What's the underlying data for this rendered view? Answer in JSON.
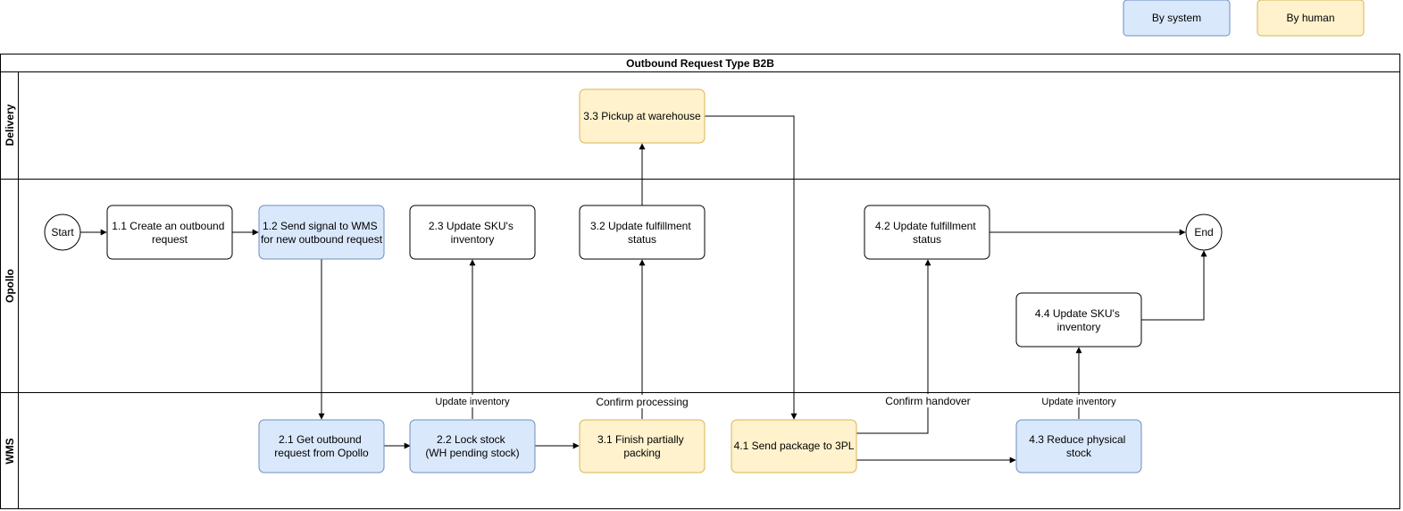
{
  "colors": {
    "system_fill": "#dae8fc",
    "system_stroke": "#6c8ebf",
    "human_fill": "#fff2cc",
    "human_stroke": "#d6b656",
    "default_fill": "#ffffff",
    "default_stroke": "#000000"
  },
  "legend": {
    "system_label": "By system",
    "human_label": "By human"
  },
  "pool": {
    "title": "Outbound Request Type B2B"
  },
  "lanes": {
    "delivery": "Delivery",
    "opollo": "Opollo",
    "wms": "WMS"
  },
  "terminals": {
    "start": "Start",
    "end": "End"
  },
  "steps": {
    "s1_1": {
      "line1": "1.1 Create an outbound",
      "line2": "request",
      "kind": "default"
    },
    "s1_2": {
      "line1": "1.2 Send signal to WMS",
      "line2": "for new outbound request",
      "kind": "system"
    },
    "s2_1": {
      "line1": "2.1 Get outbound",
      "line2": "request from Opollo",
      "kind": "system"
    },
    "s2_2": {
      "line1": "2.2 Lock stock",
      "line2": "(WH pending stock)",
      "kind": "system"
    },
    "s2_3": {
      "line1": "2.3 Update SKU's",
      "line2": "inventory",
      "kind": "default"
    },
    "s3_1": {
      "line1": "3.1 Finish partially",
      "line2": "packing",
      "kind": "human"
    },
    "s3_2": {
      "line1": "3.2 Update fulfillment",
      "line2": "status",
      "kind": "default"
    },
    "s3_3": {
      "line1": "3.3 Pickup at warehouse",
      "kind": "human"
    },
    "s4_1": {
      "line1": "4.1 Send package to 3PL",
      "kind": "human"
    },
    "s4_2": {
      "line1": "4.2 Update fulfillment",
      "line2": "status",
      "kind": "default"
    },
    "s4_3": {
      "line1": "4.3 Reduce physical",
      "line2": "stock",
      "kind": "system"
    },
    "s4_4": {
      "line1": "4.4 Update SKU's",
      "line2": "inventory",
      "kind": "default"
    }
  },
  "edge_labels": {
    "update_inventory_1": "Update inventory",
    "confirm_processing": "Confirm processing",
    "confirm_handover": "Confirm handover",
    "update_inventory_2": "Update inventory"
  }
}
